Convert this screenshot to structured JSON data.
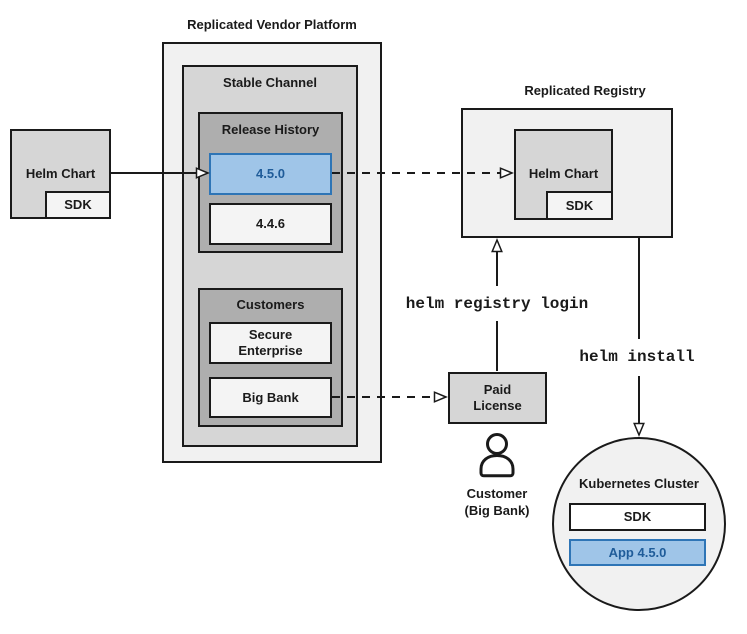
{
  "colors": {
    "highlight_fill": "#9fc5e8",
    "highlight_border": "#2e75b6",
    "highlight_text": "#1f5c99",
    "line_color": "#1a1a1a"
  },
  "vendor_platform": {
    "title": "Replicated Vendor Platform",
    "stable_channel": {
      "label": "Stable Channel",
      "release_history": {
        "label": "Release History",
        "releases": [
          "4.5.0",
          "4.4.6"
        ],
        "highlighted_release": "4.5.0"
      },
      "customers": {
        "label": "Customers",
        "secure_enterprise": {
          "line1": "Secure",
          "line2": "Enterprise"
        },
        "big_bank": "Big Bank"
      }
    }
  },
  "source_chart": {
    "label": "Helm Chart",
    "sdk": "SDK"
  },
  "registry": {
    "title": "Replicated Registry",
    "helm_chart": "Helm Chart",
    "sdk": "SDK"
  },
  "paid_license": {
    "line1": "Paid",
    "line2": "License"
  },
  "customer": {
    "line1": "Customer",
    "line2": "(Big Bank)"
  },
  "kubernetes_cluster": {
    "title": "Kubernetes Cluster",
    "sdk": "SDK",
    "app": "App 4.5.0"
  },
  "commands": {
    "registry_login": "helm registry login",
    "install": "helm install"
  }
}
